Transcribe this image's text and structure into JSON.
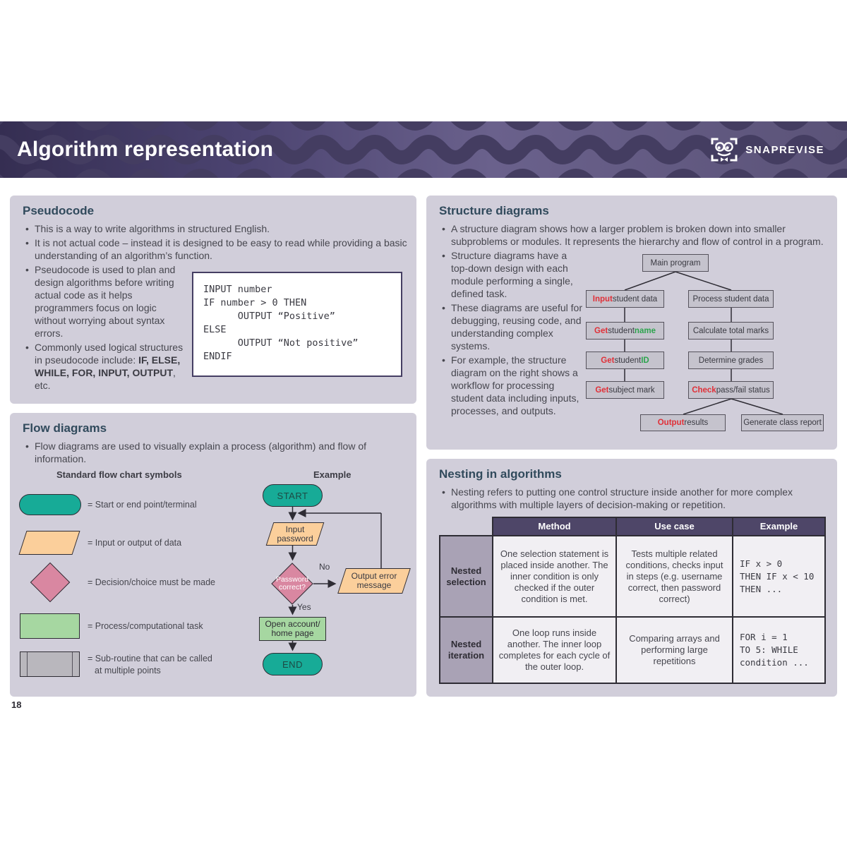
{
  "page": {
    "number": "18"
  },
  "header": {
    "title": "Algorithm representation",
    "brand": "SNAPREVISE"
  },
  "colors": {
    "accent_red": "#e03038",
    "accent_green": "#2da44e",
    "teal": "#17ab97",
    "panel_bg": "#d1ceda",
    "header_purple": "#4b4370",
    "table_header": "#4e4668"
  },
  "pseudocode": {
    "heading": "Pseudocode",
    "bullets": {
      "b1": "This is a way to write algorithms in structured English.",
      "b2": "It is not actual code – instead it is designed to be easy to read while providing a basic understanding of an algorithm’s function.",
      "b3": "Pseudocode is used to plan and design algorithms before writing actual code as it helps programmers focus on logic without worrying about syntax errors.",
      "b4_parts": [
        {
          "t": "Commonly used logical structures in pseudocode include: "
        },
        {
          "t": "IF, ELSE, WHILE, FOR, INPUT, OUTPUT",
          "c": "b"
        },
        {
          "t": ", etc."
        }
      ]
    },
    "code_lines": [
      "INPUT number",
      "IF number > 0 THEN",
      "      OUTPUT “Positive”",
      "ELSE",
      "      OUTPUT “Not positive”",
      "ENDIF"
    ]
  },
  "structure": {
    "heading": "Structure diagrams",
    "bullets": {
      "b1": "A structure diagram shows how a larger problem is broken down into smaller subproblems or modules. It represents the hierarchy and flow of control in a program.",
      "b2": "Structure diagrams have a top-down design with each module performing a single, defined task.",
      "b3": "These diagrams are useful for debugging, reusing code, and understanding complex systems.",
      "b4": "For example, the structure diagram on the right shows a workflow for processing student data including inputs, processes, and outputs."
    },
    "nodes": {
      "main": [
        {
          "t": "Main program"
        }
      ],
      "input_data": [
        {
          "t": "Input",
          "c": "red"
        },
        {
          "t": " student data"
        }
      ],
      "process_data": [
        {
          "t": "Process student data"
        }
      ],
      "get_name": [
        {
          "t": "Get",
          "c": "red"
        },
        {
          "t": " student "
        },
        {
          "t": "name",
          "c": "green"
        }
      ],
      "calc_marks": [
        {
          "t": "Calculate total marks"
        }
      ],
      "get_id": [
        {
          "t": "Get",
          "c": "red"
        },
        {
          "t": " student "
        },
        {
          "t": "ID",
          "c": "green"
        }
      ],
      "det_grades": [
        {
          "t": "Determine grades"
        }
      ],
      "get_mark": [
        {
          "t": "Get",
          "c": "red"
        },
        {
          "t": " subject mark"
        }
      ],
      "check_status": [
        {
          "t": "Check",
          "c": "red"
        },
        {
          "t": " pass/fail status"
        }
      ],
      "output_results": [
        {
          "t": "Output",
          "c": "red"
        },
        {
          "t": " results"
        }
      ],
      "gen_report": [
        {
          "t": "Generate class report"
        }
      ]
    }
  },
  "flow": {
    "heading": "Flow diagrams",
    "bullet": "Flow diagrams are used to visually explain a process (algorithm) and flow of information.",
    "symbols_title": "Standard flow chart symbols",
    "example_title": "Example",
    "legend": {
      "terminal": "= Start or end point/terminal",
      "io": "= Input or output of data",
      "decision": "= Decision/choice must be made",
      "process": "= Process/computational task",
      "subroutine_line1": "= Sub-routine that can be called",
      "subroutine_line2": "at multiple points"
    },
    "example": {
      "start": "START",
      "input": "Input password",
      "decision": "Password correct?",
      "no": "No",
      "yes": "Yes",
      "error": "Output error message",
      "process": "Open account/ home page",
      "end": "END"
    }
  },
  "nesting": {
    "heading": "Nesting in algorithms",
    "bullet": "Nesting refers to putting one control structure inside another for more complex algorithms with multiple layers of decision-making or repetition.",
    "table": {
      "col_method": "Method",
      "col_use_case": "Use case",
      "col_example": "Example",
      "rows": [
        {
          "name": "Nested selection",
          "method": "One selection statement is placed inside another. The inner condition is only checked if the outer condition is met.",
          "use_case": "Tests multiple related conditions, checks input in steps (e.g. username correct, then password correct)",
          "example_lines": [
            "IF x > 0",
            "THEN IF x < 10",
            "THEN ..."
          ]
        },
        {
          "name": "Nested iteration",
          "method": "One loop runs inside another. The inner loop completes for each cycle of the outer loop.",
          "use_case": "Comparing arrays and performing large repetitions",
          "example_lines": [
            "FOR i = 1",
            "TO 5: WHILE",
            "condition ..."
          ]
        }
      ]
    }
  }
}
